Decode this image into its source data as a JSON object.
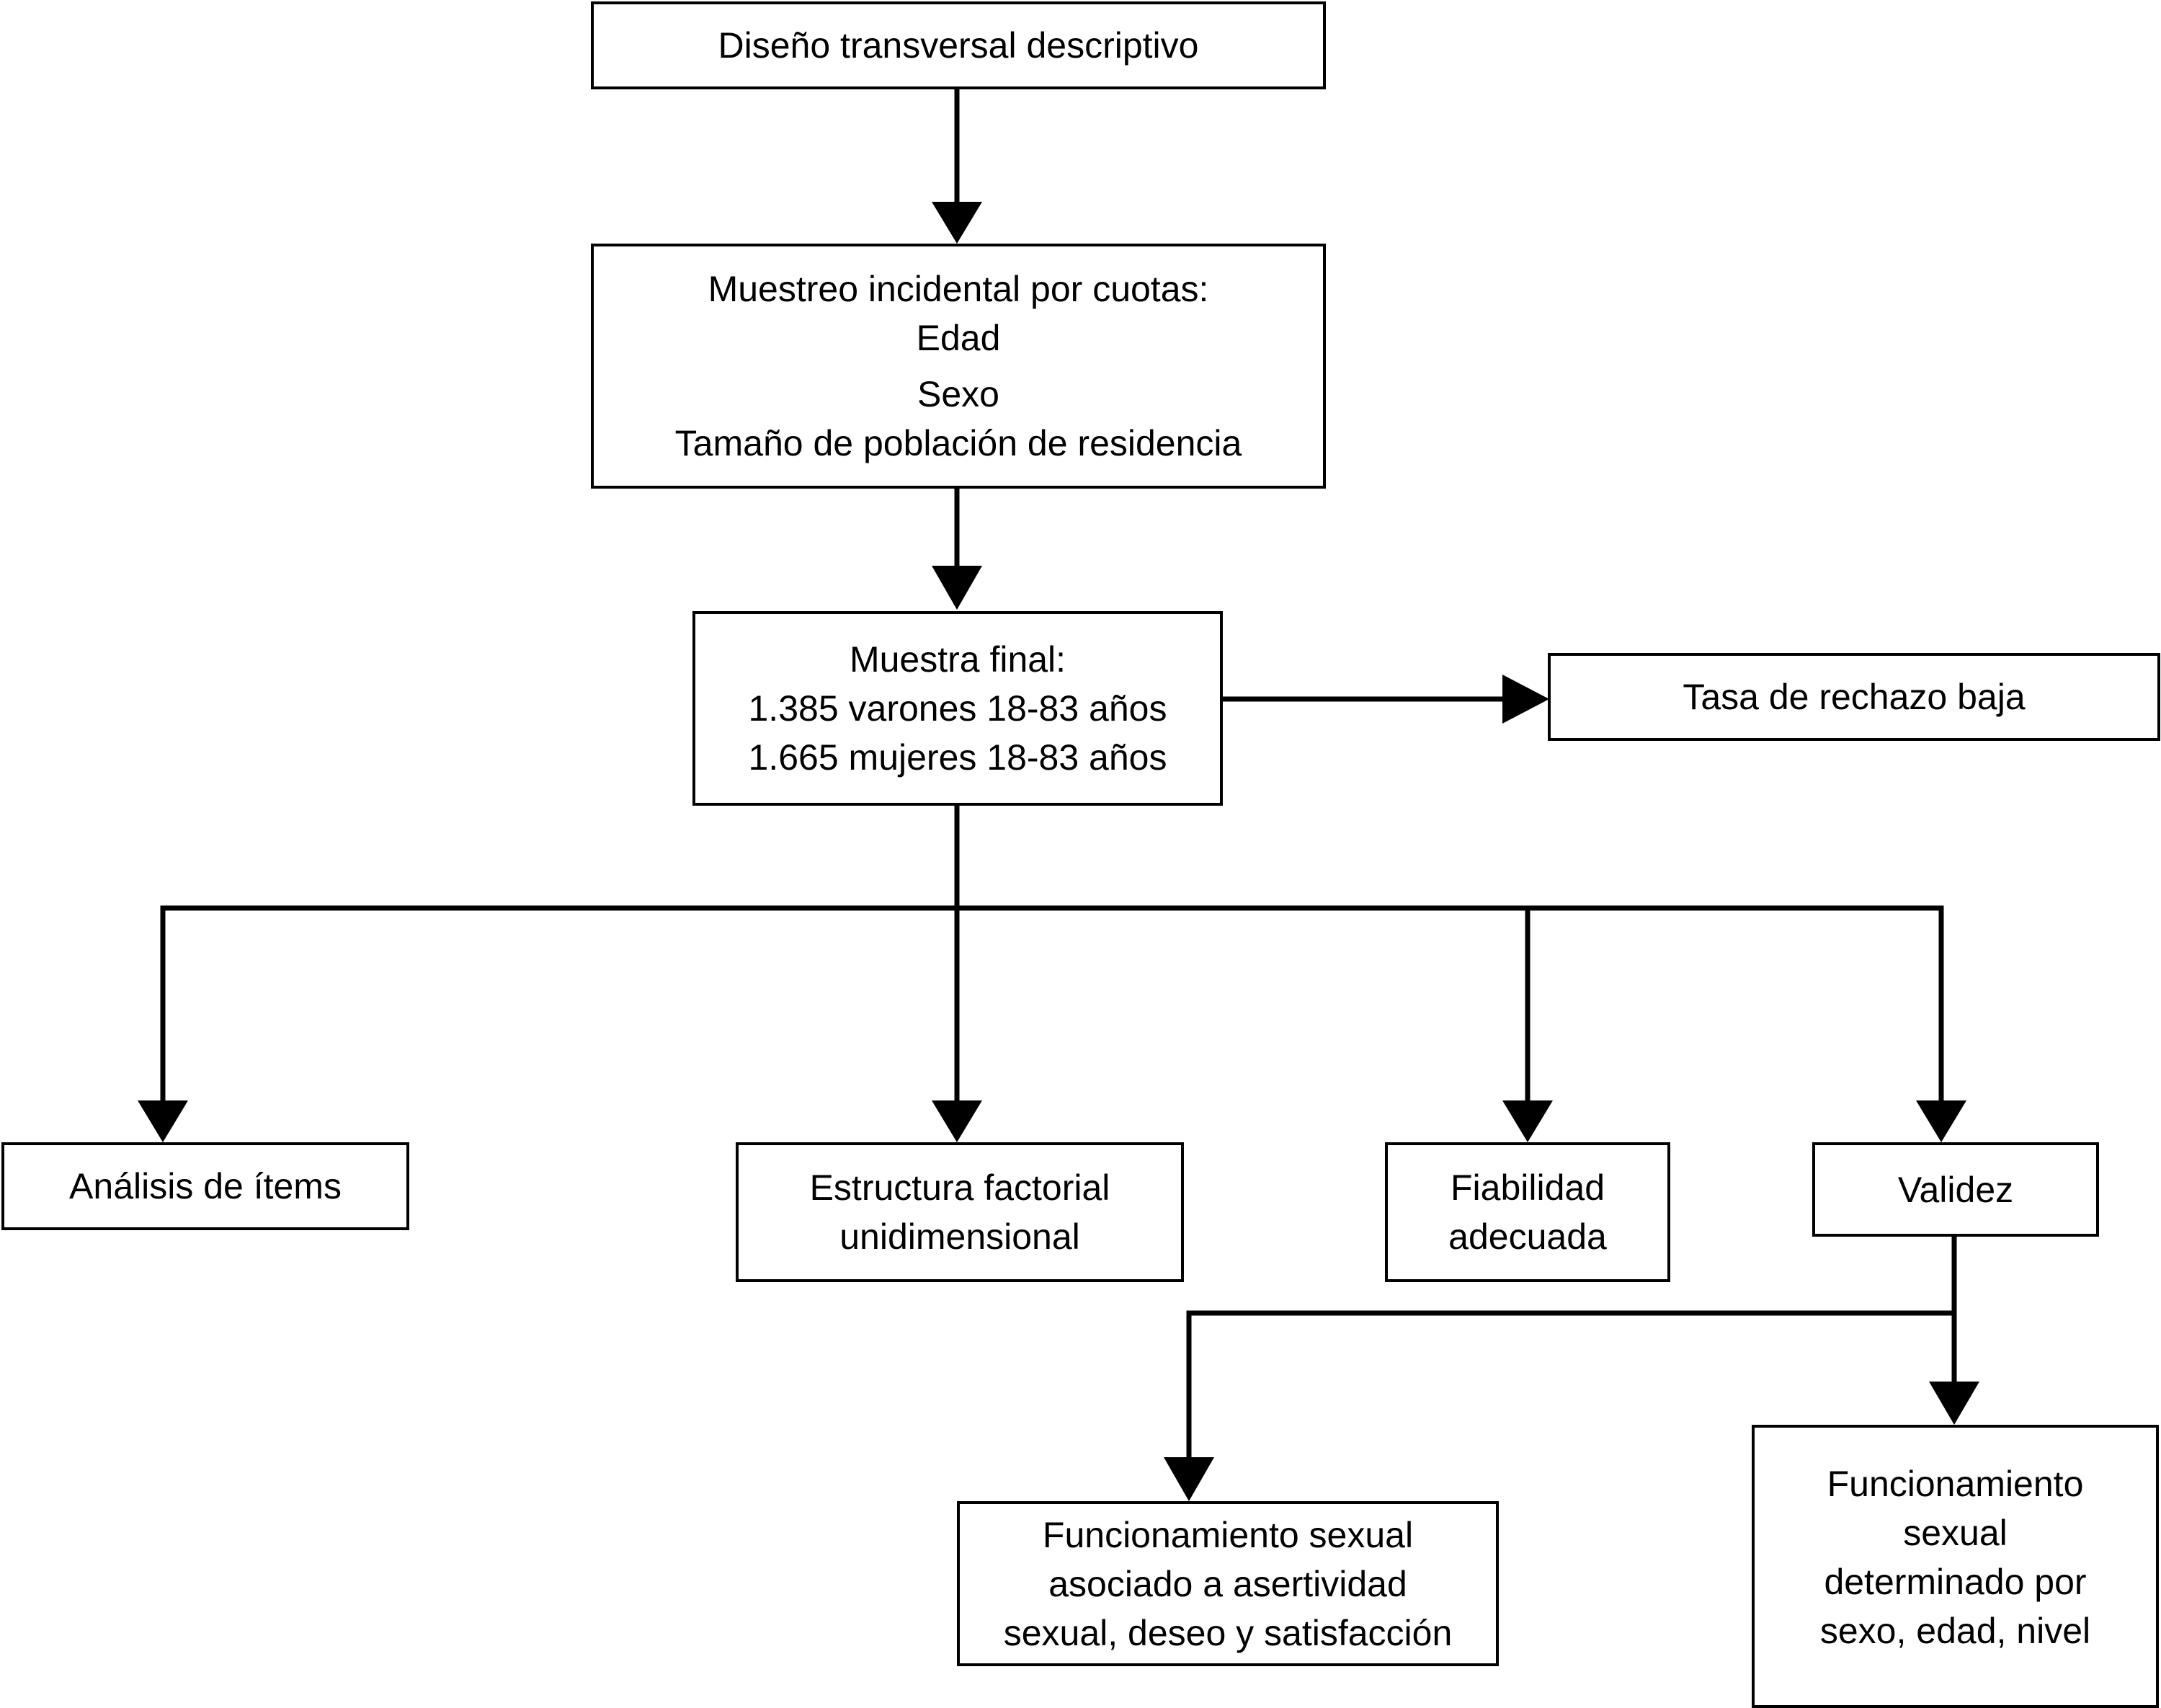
{
  "diagram": {
    "design": "Diseño transversal descriptivo",
    "sampling": {
      "lines": [
        "Muestreo incidental por cuotas:",
        "Edad",
        "Sexo",
        "Tamaño de población de residencia"
      ]
    },
    "sample": {
      "lines": [
        "Muestra final:",
        "1.385 varones 18-83 años",
        "1.665 mujeres 18-83 años"
      ]
    },
    "rejection": "Tasa de rechazo baja",
    "items_analysis": "Análisis de ítems",
    "factor_structure": {
      "lines": [
        "Estructura factorial",
        "unidimensional"
      ]
    },
    "reliability": {
      "lines": [
        "Fiabilidad",
        "adecuada"
      ]
    },
    "validity": "Validez",
    "assertiveness": {
      "lines": [
        "Funcionamiento sexual",
        "asociado a asertividad",
        "sexual, deseo y satisfacción"
      ]
    },
    "determined": {
      "lines": [
        "Funcionamiento",
        "sexual",
        "determinado por",
        "sexo, edad, nivel"
      ]
    }
  }
}
